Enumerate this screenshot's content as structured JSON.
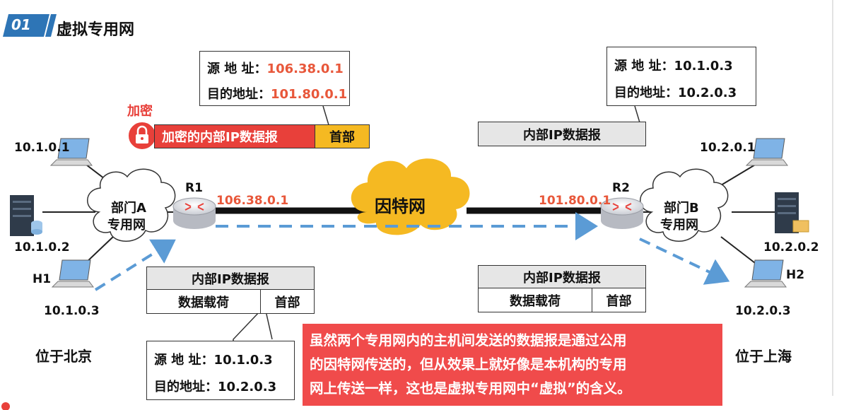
{
  "header": {
    "number": "01",
    "title": "虚拟专用网"
  },
  "left_site": {
    "hosts": [
      "10.1.0.1",
      "10.1.0.2",
      "10.1.0.3"
    ],
    "h1_label": "H1",
    "cloud_label_line1": "部门A",
    "cloud_label_line2": "专用网",
    "location": "位于北京"
  },
  "right_site": {
    "hosts": [
      "10.2.0.1",
      "10.2.0.2",
      "10.2.0.3"
    ],
    "h2_label": "H2",
    "cloud_label_line1": "部门B",
    "cloud_label_line2": "专用网",
    "location": "位于上海"
  },
  "routers": {
    "r1": {
      "name": "R1",
      "ip": "106.38.0.1"
    },
    "r2": {
      "name": "R2",
      "ip": "101.80.0.1"
    }
  },
  "internet": {
    "label": "因特网"
  },
  "encryption": {
    "label": "加密",
    "packet_label": "加密的内部IP数据报",
    "header_label": "首部",
    "src_label": "源 地 址：",
    "src_value": "106.38.0.1",
    "dst_label": "目的地址：",
    "dst_value": "101.80.0.1"
  },
  "right_inner_packet": {
    "label": "内部IP数据报",
    "src_label": "源 地 址：",
    "src_value": "10.1.0.3",
    "dst_label": "目的地址：",
    "dst_value": "10.2.0.3"
  },
  "left_packet": {
    "title": "内部IP数据报",
    "payload": "数据载荷",
    "header": "首部",
    "src_label": "源 地 址：",
    "src_value": "10.1.0.3",
    "dst_label": "目的地址：",
    "dst_value": "10.2.0.3"
  },
  "right_packet": {
    "title": "内部IP数据报",
    "payload": "数据载荷",
    "header": "首部"
  },
  "note": {
    "line1": "虽然两个专用网内的主机间发送的数据报是通过公用",
    "line2": "的因特网传送的，但从效果上就好像是本机构的专用",
    "line3": "网上传送一样，这也是虚拟专用网中“虚拟”的含义。"
  },
  "colors": {
    "accent_blue": "#2e75b6",
    "dashed_arrow": "#5b9bd5",
    "internet_fill": "#f5b922",
    "encrypt_red": "#e8403a",
    "header_orange": "#f5b922",
    "note_bg": "#f04b4b",
    "address_red": "#e8573a"
  }
}
